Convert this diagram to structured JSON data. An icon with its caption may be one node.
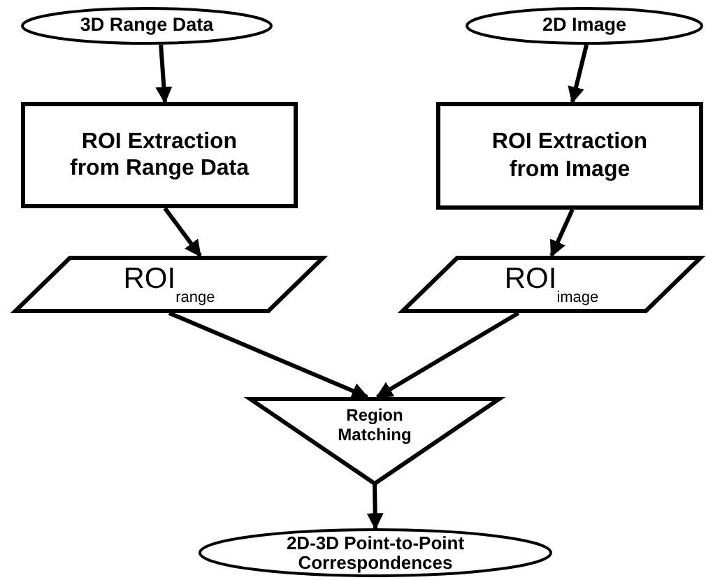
{
  "diagram": {
    "nodes": [
      {
        "text": [
          "3D Range Data"
        ]
      },
      {
        "text": [
          "2D Image"
        ]
      },
      {
        "text": [
          "ROI Extraction from Range Data"
        ]
      },
      {
        "text": [
          "ROI Extraction from Image"
        ]
      },
      {
        "text": [
          "ROI$_{range}$"
        ]
      },
      {
        "text": [
          "ROI$_{image}$"
        ]
      },
      {
        "text": [
          "Region Matching"
        ]
      },
      {
        "text": [
          "2D-3D Point-to-Point Correspondences"
        ]
      }
    ],
    "edges": [
      {
        "from": 0,
        "to": 2,
        "arrow": "to"
      },
      {
        "from": 1,
        "to": 3,
        "arrow": "to"
      },
      {
        "from": 2,
        "to": 4,
        "arrow": "to"
      },
      {
        "from": 3,
        "to": 5,
        "arrow": "to"
      },
      {
        "from": 4,
        "to": 6,
        "arrow": "to"
      },
      {
        "from": 5,
        "to": 6,
        "arrow": "to"
      },
      {
        "from": 6,
        "to": 7,
        "arrow": "to"
      }
    ]
  }
}
